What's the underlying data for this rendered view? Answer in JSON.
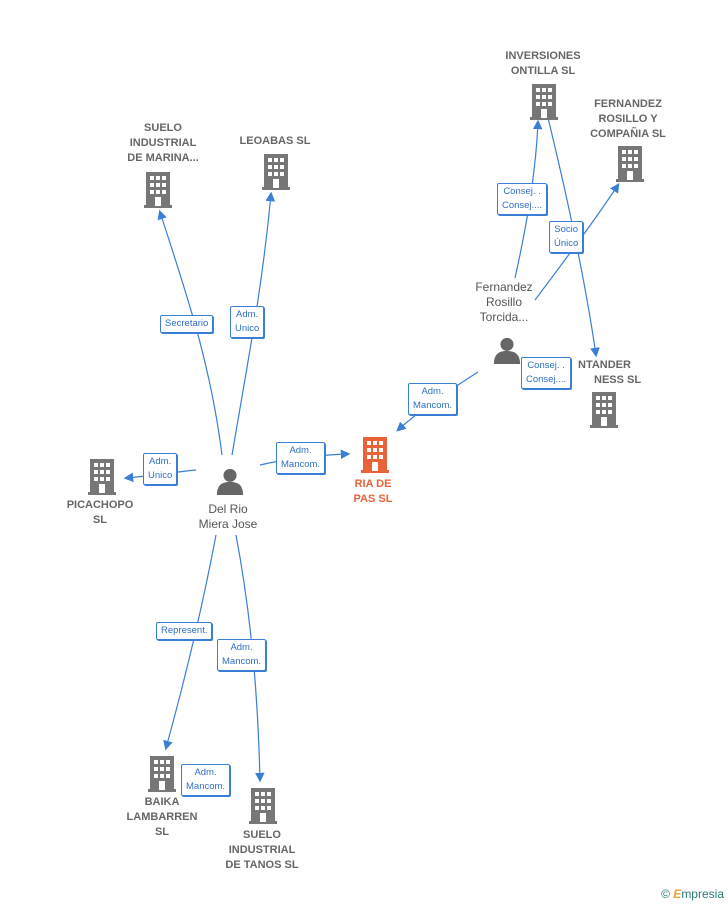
{
  "colors": {
    "edge": "#3a7fd5",
    "building": "#777777",
    "focus": "#e8623a",
    "person": "#666666"
  },
  "nodes": [
    {
      "id": "suelo_marina",
      "kind": "company",
      "lines": [
        "SUELO",
        "INDUSTRIAL",
        "DE MARINA..."
      ]
    },
    {
      "id": "leoabas",
      "kind": "company",
      "lines": [
        "LEOABAS  SL"
      ]
    },
    {
      "id": "inversiones",
      "kind": "company",
      "lines": [
        "INVERSIONES",
        "ONTILLA  SL"
      ]
    },
    {
      "id": "fernandez_cia",
      "kind": "company",
      "lines": [
        "FERNANDEZ",
        "ROSILLO Y",
        "COMPAÑIA SL"
      ]
    },
    {
      "id": "fernandez_person",
      "kind": "person",
      "lines": [
        "Fernandez",
        "Rosillo",
        "Torcida..."
      ]
    },
    {
      "id": "santander",
      "kind": "company",
      "lines": [
        "NTANDER",
        "NESS  SL"
      ]
    },
    {
      "id": "ria_pas",
      "kind": "focus",
      "lines": [
        "RIA  DE",
        "PAS  SL"
      ]
    },
    {
      "id": "picachopo",
      "kind": "company",
      "lines": [
        "PICACHOPO",
        "SL"
      ]
    },
    {
      "id": "del_rio",
      "kind": "person",
      "lines": [
        "Del Rio",
        "Miera Jose"
      ]
    },
    {
      "id": "baika",
      "kind": "company",
      "lines": [
        "BAIKA",
        "LAMBARREN",
        "SL"
      ]
    },
    {
      "id": "suelo_tanos",
      "kind": "company",
      "lines": [
        "SUELO",
        "INDUSTRIAL",
        "DE TANOS SL"
      ]
    }
  ],
  "edges": [
    {
      "id": "e_secretario",
      "lines": [
        "Secretario"
      ]
    },
    {
      "id": "e_adm_unico_leoabas",
      "lines": [
        "Adm.",
        "Unico"
      ]
    },
    {
      "id": "e_adm_unico_picachopo",
      "lines": [
        "Adm.",
        "Unico"
      ]
    },
    {
      "id": "e_adm_mancom_ria",
      "lines": [
        "Adm.",
        "Mancom."
      ]
    },
    {
      "id": "e_adm_mancom_fer",
      "lines": [
        "Adm.",
        "Mancom."
      ]
    },
    {
      "id": "e_consej_inv",
      "lines": [
        "Consej. .",
        "Consej...."
      ]
    },
    {
      "id": "e_socio_unico",
      "lines": [
        "Socio",
        "Único"
      ]
    },
    {
      "id": "e_consej_sant",
      "lines": [
        "Consej. .",
        "Consej...."
      ]
    },
    {
      "id": "e_represent",
      "lines": [
        "Represent."
      ]
    },
    {
      "id": "e_adm_mancom_tanos",
      "lines": [
        "Adm.",
        "Mancom."
      ]
    },
    {
      "id": "e_adm_mancom_baika",
      "lines": [
        "Adm.",
        "Mancom."
      ]
    }
  ],
  "brand": {
    "symbol": "©",
    "name": "mpresia",
    "initial": "E"
  }
}
